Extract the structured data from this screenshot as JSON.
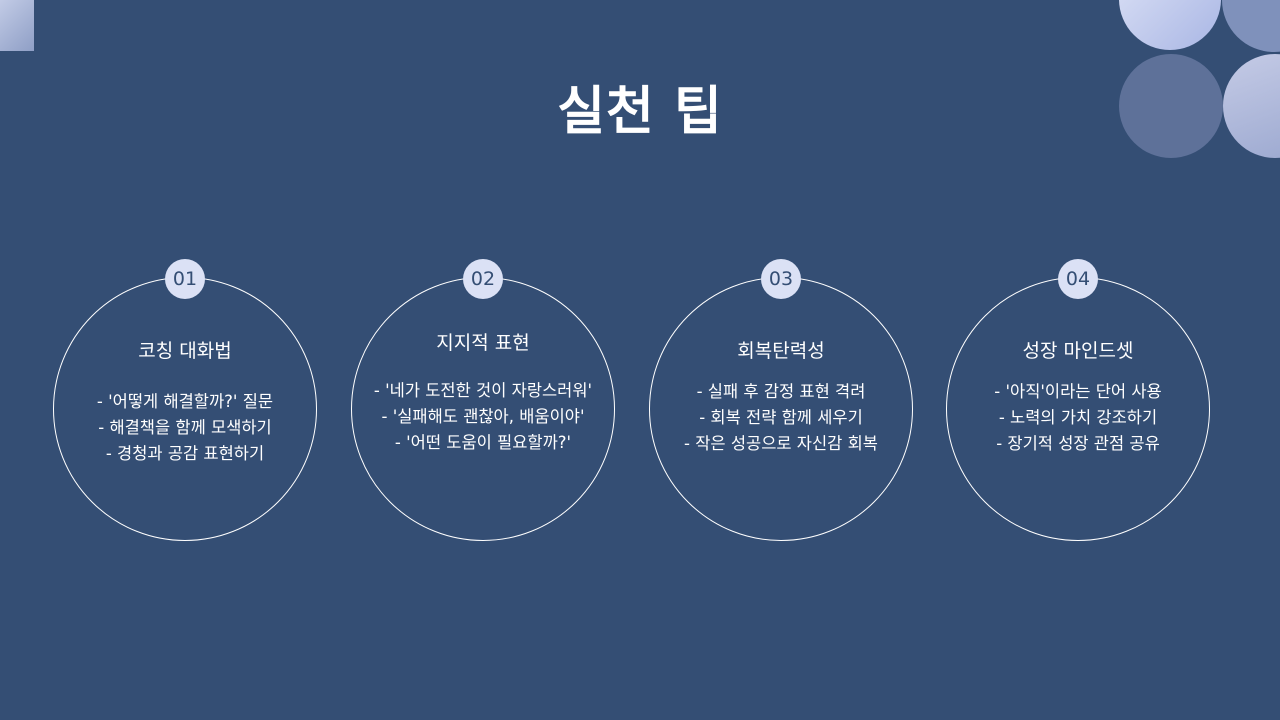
{
  "title": "실천 팁",
  "cards": [
    {
      "number": "01",
      "title": "코칭 대화법",
      "lines": [
        "- '어떻게 해결할까?' 질문",
        "- 해결책을 함께 모색하기",
        "- 경청과 공감 표현하기"
      ]
    },
    {
      "number": "02",
      "title": "지지적 표현",
      "lines": [
        "- '네가 도전한 것이 자랑스러워'",
        "- '실패해도 괜찮아, 배움이야'",
        "- '어떤 도움이 필요할까?'"
      ]
    },
    {
      "number": "03",
      "title": "회복탄력성",
      "lines": [
        "- 실패 후 감정 표현 격려",
        "- 회복 전략 함께 세우기",
        "- 작은 성공으로 자신감 회복"
      ]
    },
    {
      "number": "04",
      "title": "성장 마인드셋",
      "lines": [
        "- '아직'이라는 단어 사용",
        "- 노력의 가치 강조하기",
        "- 장기적 성장 관점 공유"
      ]
    }
  ],
  "colors": {
    "background": "#344e74",
    "badge": "#dbe1f5",
    "text": "#ffffff"
  }
}
